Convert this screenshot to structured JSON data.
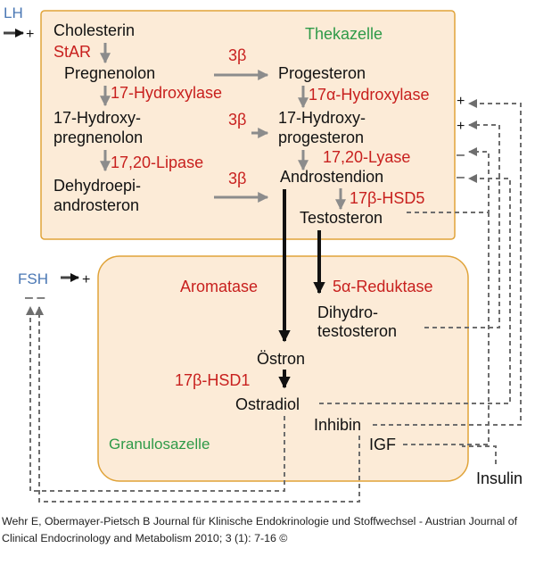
{
  "colors": {
    "black": "#111111",
    "red": "#c8201e",
    "green": "#2e9a48",
    "blue": "#4a77b4",
    "gray_arrow": "#8c8c8c",
    "dash": "#6e6e6e",
    "box_fill": "#fcebd7",
    "box_stroke": "#e0a339"
  },
  "labels": {
    "lh": "LH",
    "lh_effect": "+",
    "fsh": "FSH",
    "fsh_effect": "+",
    "fsh_inhibit": "– –",
    "theca": "Thekazelle",
    "granulosa": "Granulosazelle",
    "cholesterin": "Cholesterin",
    "star": "StAR",
    "pregnenolon": "Pregnenolon",
    "hydroxylase_left": "17-Hydroxylase",
    "hydroxypreg_1": "17-Hydroxy-",
    "hydroxypreg_2": "pregnenolon",
    "lipase": "17,20-Lipase",
    "dhea_1": "Dehydroepi-",
    "dhea_2": "androsteron",
    "beta1": "3β",
    "beta2": "3β",
    "beta3": "3β",
    "progesteron": "Progesteron",
    "hydroxylase_right": "17α-Hydroxylase",
    "hydroxyprog_1": "17-Hydroxy-",
    "hydroxyprog_2": "progesteron",
    "lyase": "17,20-Lyase",
    "androstendion": "Androstendion",
    "hsd5": "17β-HSD5",
    "testosteron": "Testosteron",
    "aromatase": "Aromatase",
    "reduktase": "5α-Reduktase",
    "dht_1": "Dihydro-",
    "dht_2": "testosteron",
    "oestron": "Östron",
    "hsd1": "17β-HSD1",
    "ostradiol": "Ostradiol",
    "inhibin": "Inhibin",
    "igf": "IGF",
    "insulin": "Insulin",
    "fb_plus1": "+",
    "fb_plus2": "+",
    "fb_minus1": "–",
    "fb_minus2": "–"
  },
  "caption": "Wehr E, Obermayer-Pietsch B Journal für Klinische Endokrinologie und Stoffwechsel - Austrian Journal of Clinical Endocrinology and Metabolism 2010; 3 (1): 7-16 ©"
}
